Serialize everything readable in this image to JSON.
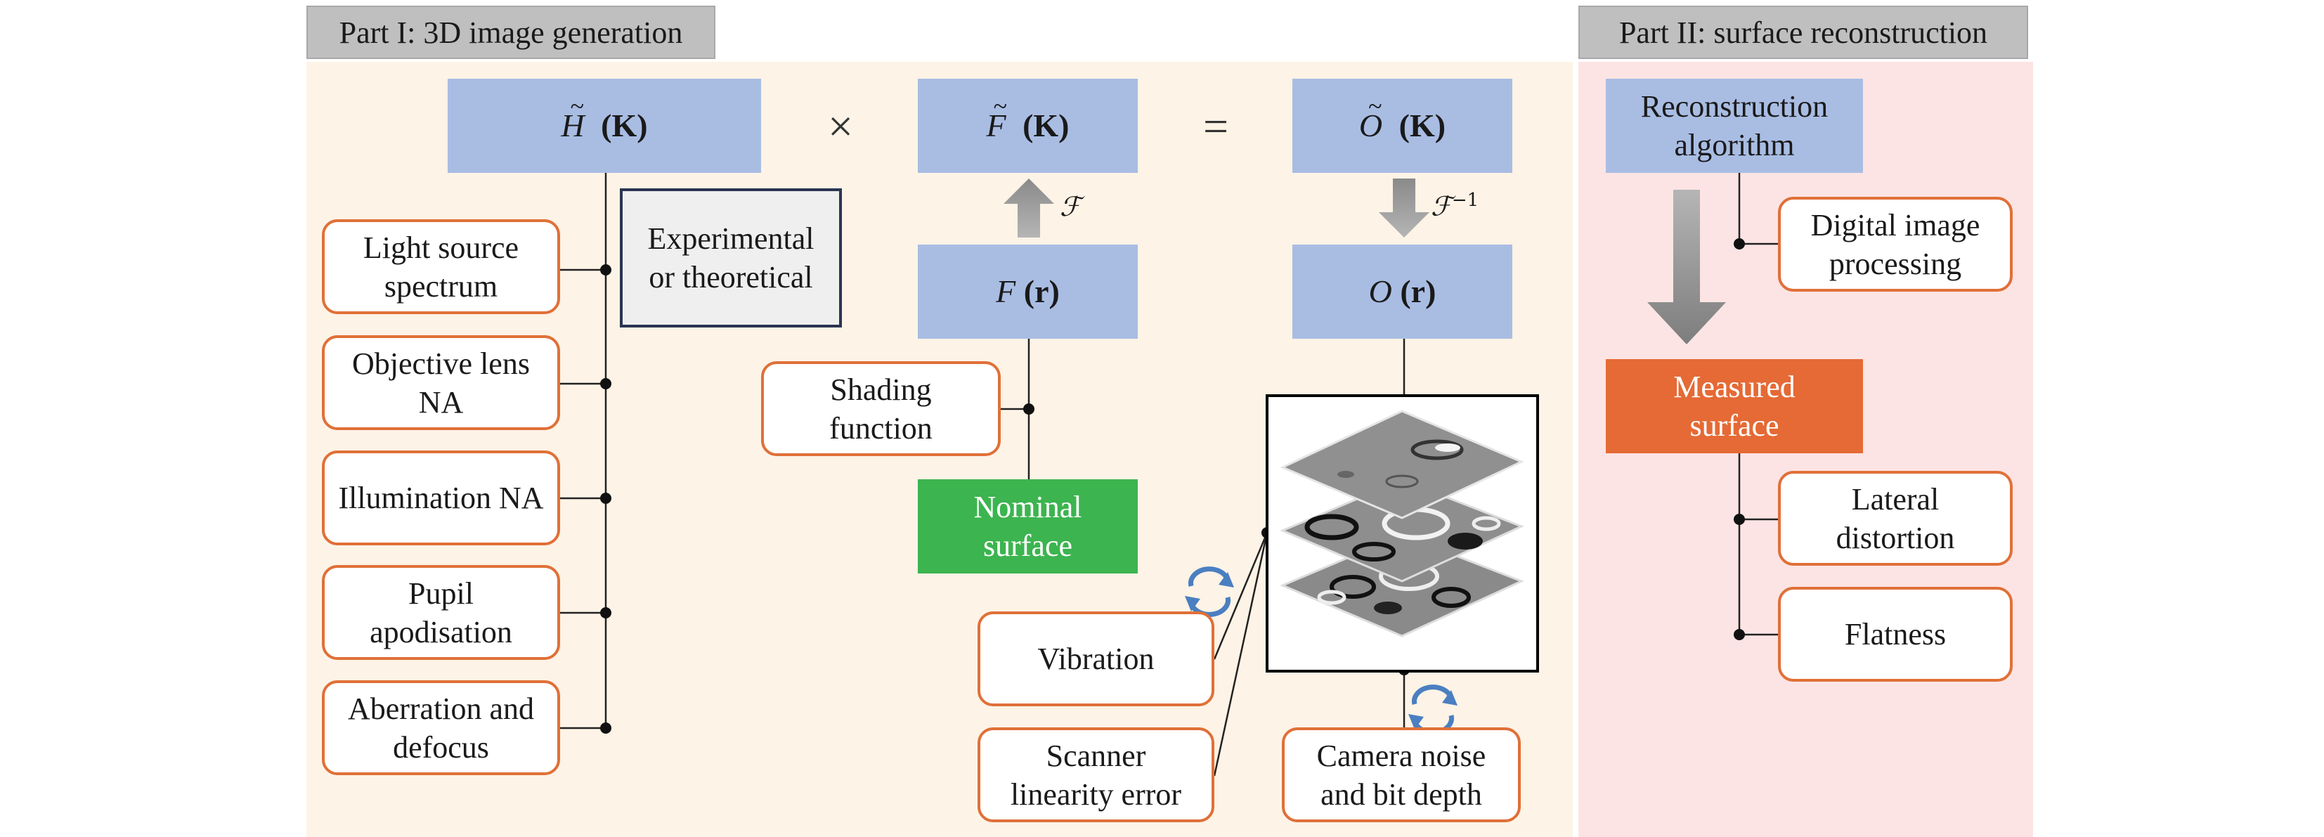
{
  "part1": {
    "title": "Part I: 3D image generation"
  },
  "part2": {
    "title": "Part II: surface reconstruction"
  },
  "equation": {
    "h_sym": "H",
    "h_arg": "(K)",
    "times": "×",
    "f_sym": "F",
    "f_arg": "(K)",
    "equals": "=",
    "o_sym": "O",
    "o_arg": "(K)",
    "fr_sym": "F",
    "fr_arg": "(r)",
    "or_sym": "O",
    "or_arg": "(r)",
    "fourier": "ℱ",
    "inverse_fourier": "ℱ",
    "inverse_exp": "−1"
  },
  "left_factors": [
    "Light source spectrum",
    "Objective lens NA",
    "Illumination NA",
    "Pupil apodisation",
    "Aberration and defocus"
  ],
  "experimental_box": "Experimental or theoretical",
  "shading_function": "Shading function",
  "nominal_surface": "Nominal surface",
  "vibration": "Vibration",
  "scanner_error": "Scanner linearity error",
  "camera_noise": "Camera noise and bit depth",
  "reconstruction": "Reconstruction algorithm",
  "digital_processing": "Digital image processing",
  "measured_surface": "Measured surface",
  "lateral_distortion": "Lateral distortion",
  "flatness": "Flatness",
  "colors": {
    "part1_bg": "#fdf3e6",
    "part2_bg": "#fce4e4",
    "blue_box": "#a9bde3",
    "orange_border": "#e07038",
    "green_box": "#3cb44f",
    "measured_box": "#e56a35",
    "refresh_icon": "#4a7fc1"
  }
}
